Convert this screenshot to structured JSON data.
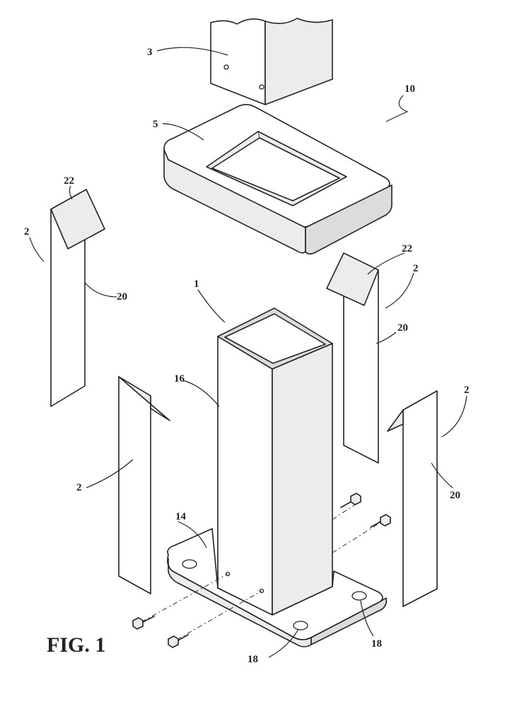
{
  "figure_label": "FIG. 1",
  "reference_numerals": {
    "assembly": "10",
    "post": "3",
    "cap": "5",
    "base_tube": "1",
    "tube_wall": "16",
    "base_plate": "14",
    "plate_hole_front": "18",
    "plate_hole_right": "18",
    "sleeve_upper_left": "2",
    "sleeve_upper_right": "2",
    "sleeve_lower_left": "2",
    "sleeve_lower_right": "2",
    "panel_upper_left": "20",
    "panel_upper_right": "20",
    "panel_lower_right": "20",
    "tab_upper_left": "22",
    "tab_upper_right": "22"
  },
  "colors": {
    "ink": "#222222",
    "background": "#ffffff"
  }
}
